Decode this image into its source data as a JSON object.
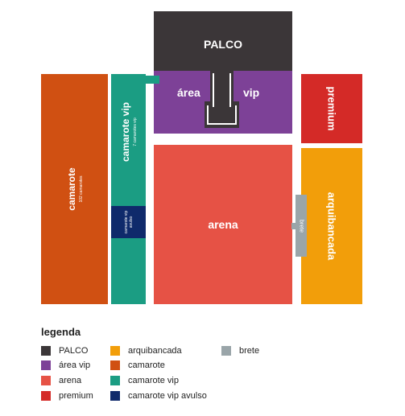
{
  "zones": {
    "palco": {
      "label": "PALCO",
      "color": "#3b3638"
    },
    "area_vip": {
      "label_left": "área",
      "label_right": "vip",
      "color": "#7d4197"
    },
    "premium": {
      "label": "premium",
      "color": "#d42a27"
    },
    "camarote": {
      "label": "camarote",
      "sublabel": "102 camarotes",
      "color": "#d05012"
    },
    "camarote_vip": {
      "label": "camarote vip",
      "sublabel": "7 camarotes vip",
      "color": "#1b9d83"
    },
    "camarote_vip_avulso": {
      "label": "camarote vip avulso",
      "color": "#0f2a6b"
    },
    "arena": {
      "label": "arena",
      "color": "#e65245"
    },
    "arquibancada": {
      "label": "arquibancada",
      "color": "#f29e0a"
    },
    "brete": {
      "label": "brete",
      "color": "#9aa5a9"
    }
  },
  "legend": {
    "title": "legenda",
    "items": [
      {
        "label": "PALCO",
        "color": "#3b3638"
      },
      {
        "label": "área vip",
        "color": "#7d4197"
      },
      {
        "label": "arena",
        "color": "#e65245"
      },
      {
        "label": "premium",
        "color": "#d42a27"
      },
      {
        "label": "arquibancada",
        "color": "#f29e0a"
      },
      {
        "label": "camarote",
        "color": "#d05012"
      },
      {
        "label": "camarote vip",
        "color": "#1b9d83"
      },
      {
        "label": "camarote vip avulso",
        "color": "#0f2a6b"
      },
      {
        "label": "brete",
        "color": "#9aa5a9"
      }
    ]
  }
}
